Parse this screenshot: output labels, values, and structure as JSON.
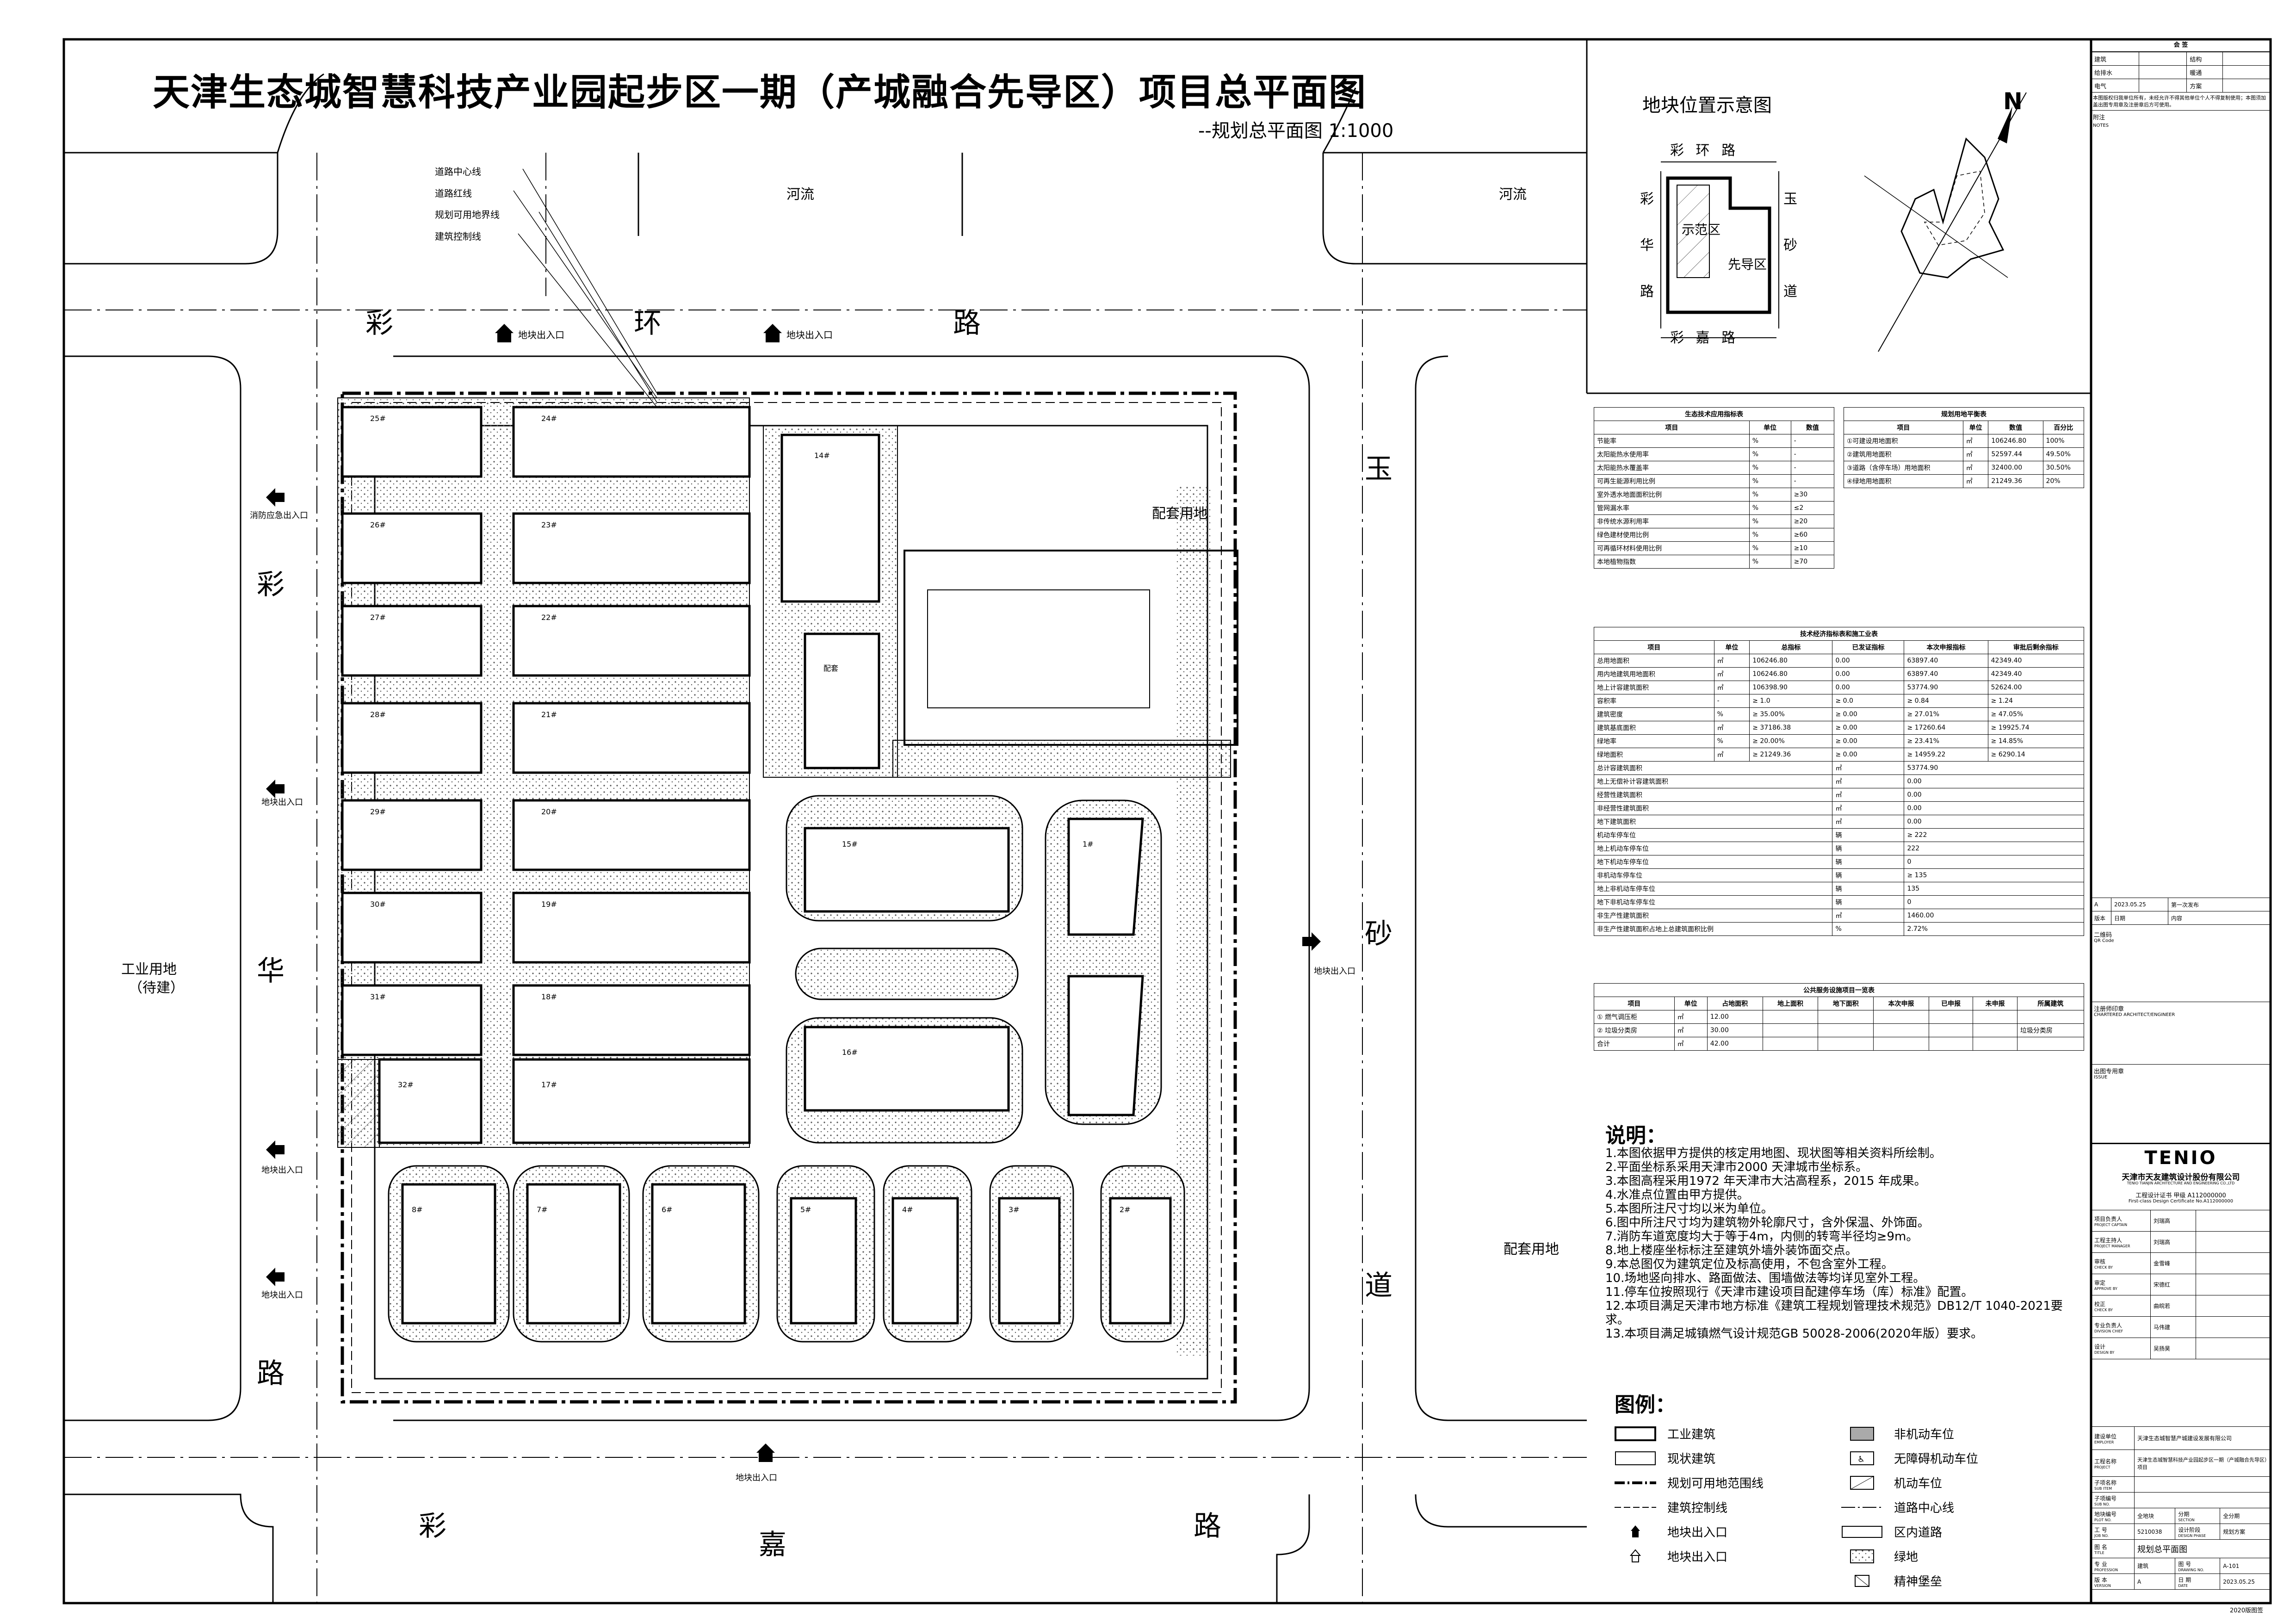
{
  "title": "天津生态城智慧科技产业园起步区一期（产城融合先导区）项目总平面图",
  "subtitle": "--规划总平面图   1:1000",
  "site_plan": {
    "roads": {
      "caihuan": [
        "彩",
        "环",
        "路"
      ],
      "caihua": [
        "彩",
        "华",
        "路"
      ],
      "caijia": [
        "彩",
        "嘉",
        "路"
      ],
      "yusha": [
        "玉",
        "砂",
        "道"
      ]
    },
    "labels": {
      "river_left": "河流",
      "river_right": "河流",
      "industrial_land": "工业用地",
      "industrial_land_note": "（待建）",
      "support_land_top": "配套用地",
      "support_land_bottom": "配套用地",
      "entrance": "地块出入口",
      "fire_entrance": "消防应急出入口"
    },
    "callouts": [
      "道路中心线",
      "道路红线",
      "规划可用地界线",
      "建筑控制线"
    ],
    "west_buildings": [
      "25#",
      "24#",
      "26#",
      "23#",
      "27#",
      "22#",
      "28#",
      "21#",
      "29#",
      "20#",
      "30#",
      "19#",
      "31#",
      "18#",
      "32#",
      "17#"
    ],
    "centre_buildings": [
      "14#",
      "配套",
      "15#",
      "1#",
      "16#"
    ],
    "south_buildings": [
      "8#",
      "7#",
      "6#",
      "5#",
      "4#",
      "3#",
      "2#"
    ]
  },
  "location_map": {
    "title": "地块位置示意图",
    "road_top": "彩  环  路",
    "road_bottom": "彩  嘉  路",
    "road_left": [
      "彩",
      "华",
      "路"
    ],
    "road_right": [
      "玉",
      "砂",
      "道"
    ],
    "zone_demo": "示范区",
    "zone_pilot": "先导区"
  },
  "north_label": "N",
  "eco_table": {
    "title": "生态技术应用指标表",
    "headers": [
      "项目",
      "单位",
      "数值"
    ],
    "rows": [
      [
        "节能率",
        "%",
        "-"
      ],
      [
        "太阳能热水使用率",
        "%",
        "-"
      ],
      [
        "太阳能热水覆盖率",
        "%",
        "-"
      ],
      [
        "可再生能源利用比例",
        "%",
        "-"
      ],
      [
        "室外透水地面面积比例",
        "%",
        "≥30"
      ],
      [
        "管网漏水率",
        "%",
        "≤2"
      ],
      [
        "非传统水源利用率",
        "%",
        "≥20"
      ],
      [
        "绿色建材使用比例",
        "%",
        "≥60"
      ],
      [
        "可再循环材料使用比例",
        "%",
        "≥10"
      ],
      [
        "本地植物指数",
        "%",
        "≥70"
      ]
    ]
  },
  "landuse_table": {
    "title": "规划用地平衡表",
    "headers": [
      "项目",
      "单位",
      "数值",
      "百分比"
    ],
    "rows": [
      [
        "①可建设用地面积",
        "㎡",
        "106246.80",
        "100%"
      ],
      [
        "②建筑用地面积",
        "㎡",
        "52597.44",
        "49.50%"
      ],
      [
        "③道路（含停车场）用地面积",
        "㎡",
        "32400.00",
        "30.50%"
      ],
      [
        "④绿地用地面积",
        "㎡",
        "21249.36",
        "20%"
      ]
    ]
  },
  "tech_table": {
    "title": "技术经济指标表和施工业表",
    "headers": [
      "项目",
      "单位",
      "总指标",
      "已发证指标",
      "本次申报指标",
      "审批后剩余指标"
    ],
    "rows": [
      [
        "总用地面积",
        "㎡",
        "106246.80",
        "0.00",
        "63897.40",
        "42349.40"
      ],
      [
        "用内地建筑用地面积",
        "㎡",
        "106246.80",
        "0.00",
        "63897.40",
        "42349.40"
      ],
      [
        "地上计容建筑面积",
        "㎡",
        "106398.90",
        "0.00",
        "53774.90",
        "52624.00"
      ],
      [
        "容积率",
        "-",
        "≥ 1.0",
        "≥ 0.0",
        "≥ 0.84",
        "≥ 1.24"
      ],
      [
        "建筑密度",
        "%",
        "≥ 35.00%",
        "≥ 0.00",
        "≥ 27.01%",
        "≥ 47.05%"
      ],
      [
        "建筑基底面积",
        "㎡",
        "≥ 37186.38",
        "≥ 0.00",
        "≥ 17260.64",
        "≥ 19925.74"
      ],
      [
        "绿地率",
        "%",
        "≥ 20.00%",
        "≥ 0.00",
        "≥ 23.41%",
        "≥ 14.85%"
      ],
      [
        "绿地面积",
        "㎡",
        "≥ 21249.36",
        "≥ 0.00",
        "≥ 14959.22",
        "≥ 6290.14"
      ]
    ],
    "rows2": [
      [
        "总计容建筑面积",
        "㎡",
        "53774.90"
      ],
      [
        "地上无偿补计容建筑面积",
        "㎡",
        "0.00"
      ],
      [
        "经营性建筑面积",
        "㎡",
        "0.00"
      ],
      [
        "非经营性建筑面积",
        "㎡",
        "0.00"
      ],
      [
        "地下建筑面积",
        "㎡",
        "0.00"
      ],
      [
        "机动车停车位",
        "辆",
        "≥ 222"
      ],
      [
        "地上机动车停车位",
        "辆",
        "222"
      ],
      [
        "地下机动车停车位",
        "辆",
        "0"
      ],
      [
        "非机动车停车位",
        "辆",
        "≥ 135"
      ],
      [
        "地上非机动车停车位",
        "辆",
        "135"
      ],
      [
        "地下非机动车停车位",
        "辆",
        "0"
      ],
      [
        "非生产性建筑面积",
        "㎡",
        "1460.00"
      ],
      [
        "非生产性建筑面积占地上总建筑面积比例",
        "%",
        "2.72%"
      ]
    ]
  },
  "service_table": {
    "title": "公共服务设施项目一览表",
    "headers": [
      "项目",
      "单位",
      "占地面积",
      "地上面积",
      "地下面积",
      "本次申报",
      "已申报",
      "未申报",
      "所属建筑"
    ],
    "rows": [
      [
        "① 燃气调压柜",
        "㎡",
        "12.00",
        "",
        "",
        "",
        "",
        "",
        ""
      ],
      [
        "② 垃圾分类房",
        "㎡",
        "30.00",
        "",
        "",
        "",
        "",
        "",
        "垃圾分类房"
      ],
      [
        "合计",
        "㎡",
        "42.00",
        "",
        "",
        "",
        "",
        "",
        ""
      ]
    ]
  },
  "notes": {
    "heading": "说明：",
    "items": [
      "1.本图依据甲方提供的核定用地图、现状图等相关资料所绘制。",
      "2.平面坐标系采用天津市2000 天津城市坐标系。",
      "3.本图高程采用1972 年天津市大沽高程系，2015 年成果。",
      "4.水准点位置由甲方提供。",
      "5.本图所注尺寸均以米为单位。",
      "6.图中所注尺寸均为建筑物外轮廓尺寸，含外保温、外饰面。",
      "7.消防车道宽度均大于等于4m，内侧的转弯半径均≥9m。",
      "8.地上楼座坐标标注至建筑外墙外装饰面交点。",
      "9.本总图仅为建筑定位及标高使用，不包含室外工程。",
      "10.场地竖向排水、路面做法、围墙做法等均详见室外工程。",
      "11.停车位按照现行《天津市建设项目配建停车场（库）标准》配置。",
      "12.本项目满足天津市地方标准《建筑工程规划管理技术规范》DB12/T 1040-2021要求。",
      "13.本项目满足城镇燃气设计规范GB 50028-2006(2020年版）要求。"
    ]
  },
  "legend": {
    "heading": "图例：",
    "items": [
      "工业建筑",
      "非机动车位",
      "现状建筑",
      "无障碍机动车位",
      "规划可用地范围线",
      "机动车位",
      "建筑控制线",
      "道路中心线",
      "地块出入口",
      "区内道路",
      "地块出入口",
      "绿地",
      "",
      "精神堡垒"
    ]
  },
  "title_block": {
    "sign_head": "会 签",
    "sign_rows": [
      [
        "建筑",
        "结构"
      ],
      [
        "给排水",
        "暖通"
      ],
      [
        "电气",
        "方案"
      ]
    ],
    "note_text": "本图版权归我单位所有，未经允许不得其他单位个人不得复制使用；本图须加盖出图专用章及注册章后方可使用。",
    "remark_label": "附注",
    "remark_en": "NOTES",
    "rev_row": [
      "A",
      "2023.05.25",
      "第一次发布"
    ],
    "rev_head": [
      "版本",
      "日期",
      "内容"
    ],
    "qr_label": "二维码",
    "qr_en": "QR Code",
    "engineer_label": "注册师印章",
    "engineer_en": "CHARTERED ARCHITECT/ENGINEER",
    "stamp_label": "出图专用章",
    "stamp_en": "ISSUE",
    "company_logo": "TENIO",
    "company_name": "天津市天友建筑设计股份有限公司",
    "company_en": "TENIO TIANJIN ARCHITECTURE AND ENGINEERING CO.,LTD",
    "cert1": "工程设计证书 甲级 A112000000",
    "cert2": "First-class Design Certificate No.A112000000",
    "people": [
      [
        "项目负责人",
        "PROJECT CAPTAIN",
        "刘瑞高"
      ],
      [
        "工程主持人",
        "PROJECT MANAGER",
        "刘瑞高"
      ],
      [
        "审核",
        "CHECK BY",
        "金雪峰"
      ],
      [
        "审定",
        "APPROVE BY",
        "宋德红"
      ],
      [
        "校正",
        "CHECK BY",
        "曲皖若"
      ],
      [
        "专业负责人",
        "DIVISION CHIEF",
        "马伟建"
      ],
      [
        "设计",
        "DESIGN BY",
        "吴扬昊"
      ]
    ],
    "client_label": "建设单位",
    "client_en": "EMPLOYER",
    "client": "天津生态城智慧产城建设发展有限公司",
    "project_label": "工程名称",
    "project_en": "PROJECT",
    "project": "天津生态城智慧科技产业园起步区一期（产城融合先导区）项目",
    "subitem_label": "子项名称",
    "subitem_en": "SUB ITEM",
    "subno_label": "子项编号",
    "subno_en": "SUB NO.",
    "plot_label": "地块编号",
    "plot_en": "PLOT NO.",
    "plot": "全地块",
    "section_label": "分期",
    "section_en": "SECTION",
    "section": "全分期",
    "job_label": "工  号",
    "job_en": "JOB NO.",
    "job": "5210038",
    "phase_label": "设计阶段",
    "phase_en": "DESIGN PHASE",
    "phase": "规划方案",
    "drawing_label": "图  名",
    "drawing_en": "TITLE",
    "drawing": "规划总平面图",
    "prof_label": "专  业",
    "prof_en": "PROFESSION",
    "prof": "建筑",
    "no_label": "图  号",
    "no_en": "DRAWING NO.",
    "no": "A-101",
    "ver_label": "版  本",
    "ver_en": "VERSION",
    "ver": "A",
    "date_label": "日  期",
    "date_en": "DATE",
    "date": "2023.05.25",
    "footer": "2020版图签"
  }
}
